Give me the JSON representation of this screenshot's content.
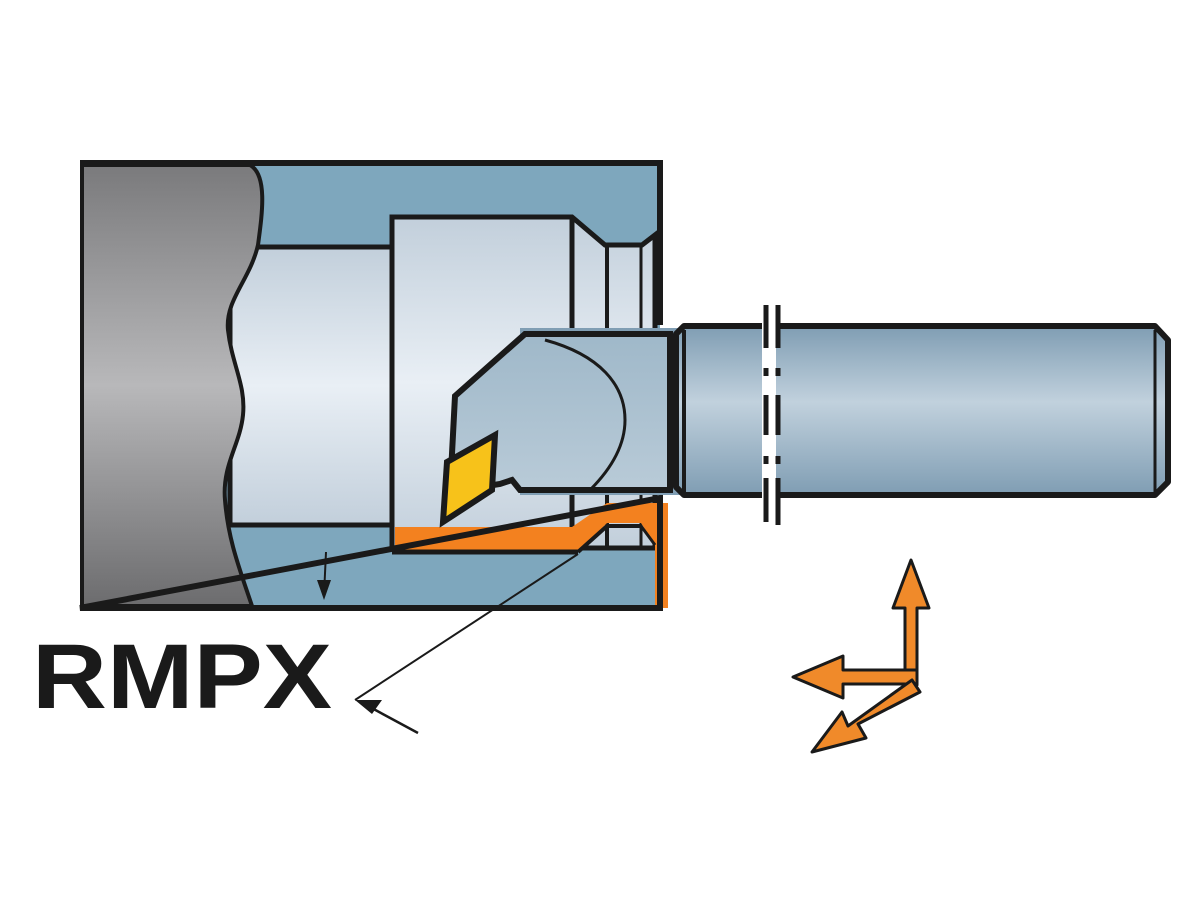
{
  "diagram": {
    "title": "Boring tool in workpiece - RMPX profile",
    "labels": {
      "profile_code": "RMPX"
    },
    "components": {
      "workpiece_chuck": "chuck-grey-section",
      "workpiece_body": "blue-workpiece-section",
      "bore": "stepped-bore",
      "tool_shank": "cylindrical-boring-bar",
      "tool_head": "boring-head",
      "insert": "rhombic-insert",
      "machined_profile": "orange-cut-profile",
      "break_marks": "shank-break-lines",
      "feed_directions": "orange-feed-arrows"
    },
    "feed_directions": [
      "up",
      "left",
      "down-left"
    ],
    "colors": {
      "outline": "#1a1a1a",
      "chuck_grey_dark": "#6e6e70",
      "chuck_grey_light": "#b4b4b6",
      "workpiece_blue": "#7ea7bd",
      "bore_light": "#dde6ee",
      "bore_mid": "#c4d0dc",
      "shank_blue": "#9db4c6",
      "shank_light": "#c3d2dd",
      "head_blue": "#aec3d2",
      "insert_yellow": "#f7c21a",
      "cut_orange": "#f3811f",
      "arrow_orange": "#f08a2a"
    }
  }
}
